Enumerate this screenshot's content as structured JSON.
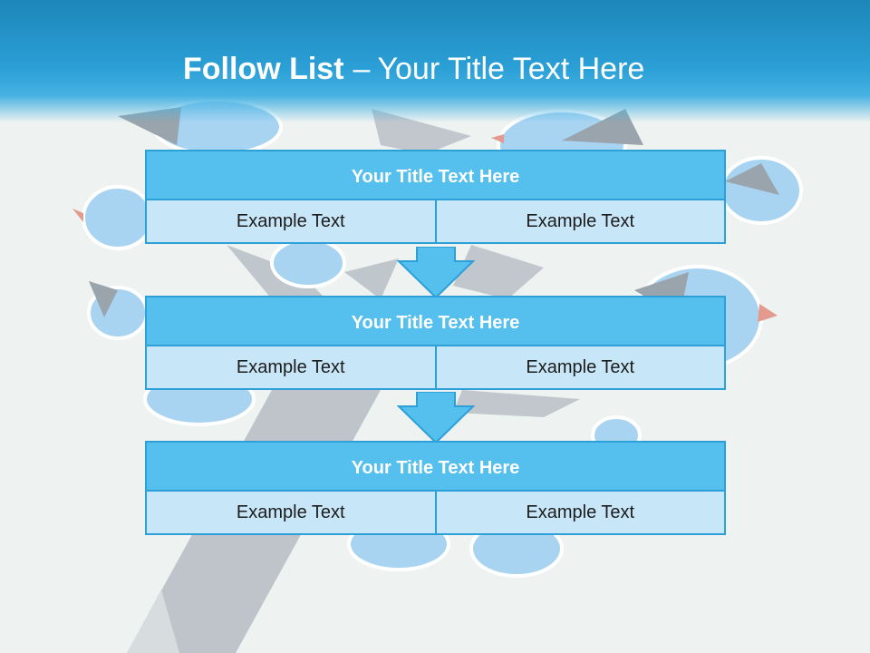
{
  "title": {
    "bold": "Follow List",
    "separator": "–",
    "rest": "Your Title Text Here"
  },
  "blocks": [
    {
      "title": "Your Title Text Here",
      "left": "Example Text",
      "right": "Example Text"
    },
    {
      "title": "Your Title Text Here",
      "left": "Example Text",
      "right": "Example Text"
    },
    {
      "title": "Your Title Text Here",
      "left": "Example Text",
      "right": "Example Text"
    }
  ],
  "colors": {
    "header": "#2a9fd6",
    "block_title_fill": "#55bfed",
    "cell_fill": "#c7e6f8",
    "border": "#2ea0d8",
    "bird": "#a8d4f2",
    "tree": "#b7bec4"
  },
  "icons": [
    "bird-icon",
    "tree-icon",
    "pencil-icon",
    "down-arrow-icon"
  ]
}
